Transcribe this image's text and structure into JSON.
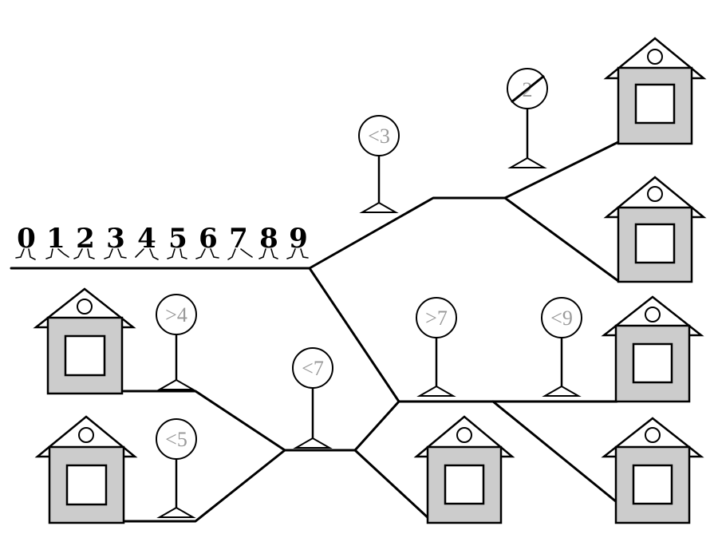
{
  "digits": [
    "0",
    "1",
    "2",
    "3",
    "4",
    "5",
    "6",
    "7",
    "8",
    "9"
  ],
  "signs": {
    "lt3": "<3",
    "crossed": "2",
    "gt4": ">4",
    "lt7": "<7",
    "gt7": ">7",
    "lt9": "<9",
    "lt5": "<5"
  },
  "colors": {
    "house_fill": "#cccccc",
    "window_fill": "#ffffff",
    "line": "#000000",
    "sign_text": "#9a9a9a"
  }
}
